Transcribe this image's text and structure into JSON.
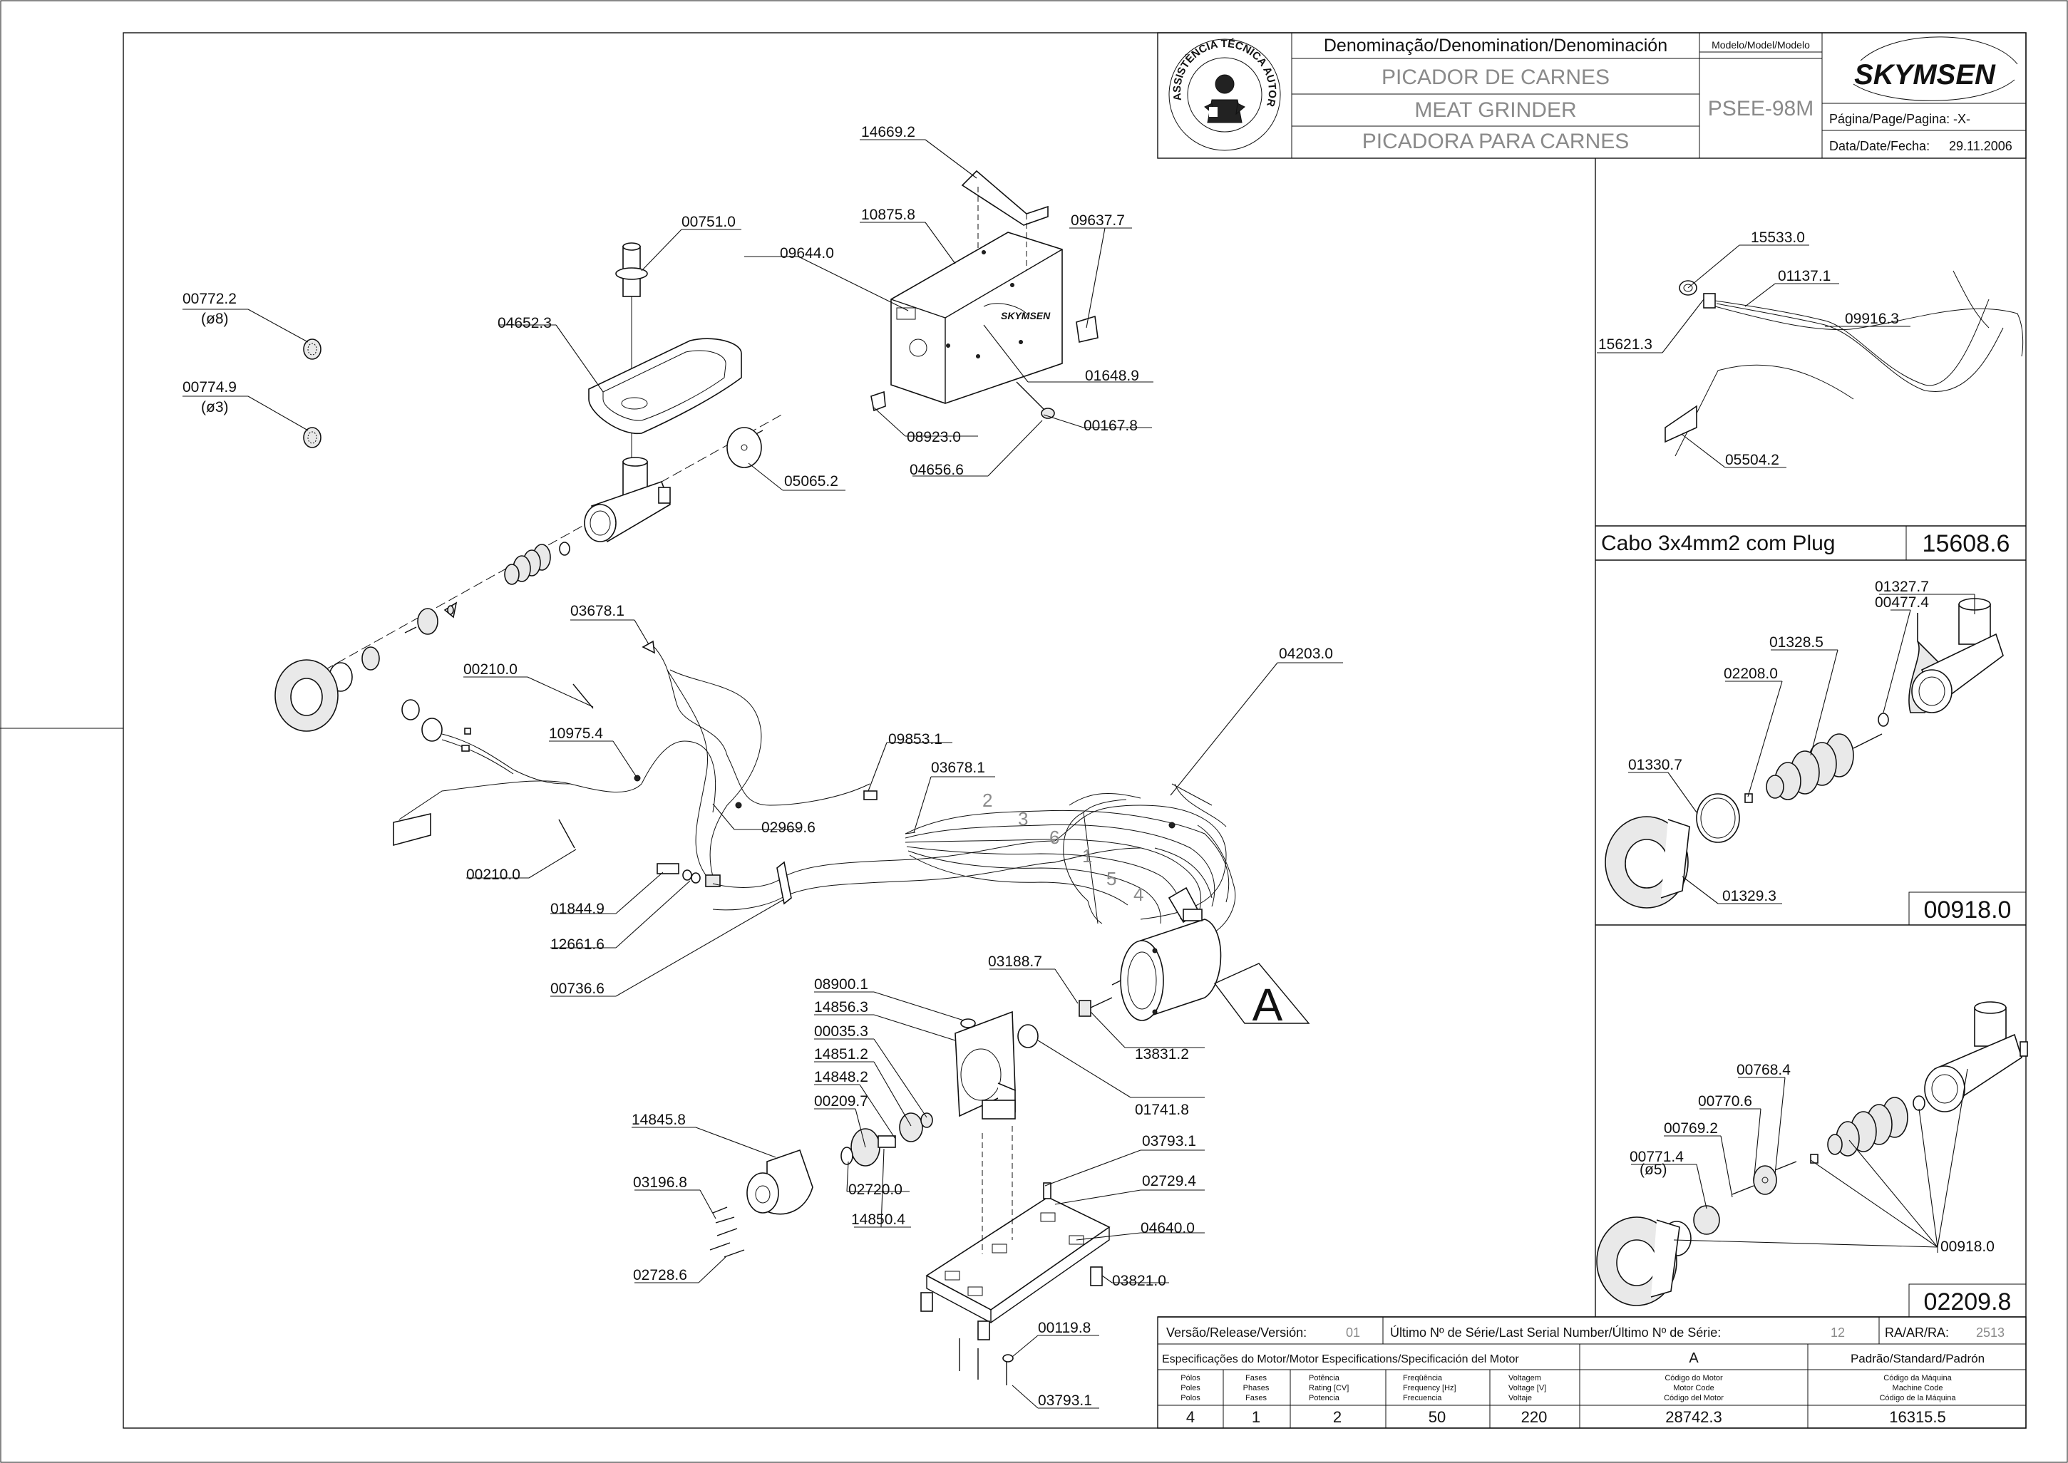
{
  "title_block": {
    "denomination_header": "Denominação/Denomination/Denominación",
    "name_pt": "PICADOR DE CARNES",
    "name_en": "MEAT GRINDER",
    "name_es": "PICADORA  PARA CARNES",
    "model_header": "Modelo/Model/Modelo",
    "model_value": "PSEE-98M",
    "brand": "SKYMSEN",
    "page_label": "Página/Page/Pagina:",
    "page_value": "-X-",
    "date_label": "Data/Date/Fecha:",
    "date_value": "29.11.2006",
    "seal_text": "ASSISTÊNCIA TÉCNICA AUTORIZADA"
  },
  "parts": {
    "p14669": "14669.2",
    "p10875": "10875.8",
    "p00751": "00751.0",
    "p09644": "09644.0",
    "p09637": "09637.7",
    "p00772": "00772.2",
    "p00772_d": "(ø8)",
    "p00774": "00774.9",
    "p00774_d": "(ø3)",
    "p04652": "04652.3",
    "p01648": "01648.9",
    "p08923": "08923.0",
    "p00167": "00167.8",
    "p04656": "04656.6",
    "p05065": "05065.2",
    "p03678a": "03678.1",
    "p04203": "04203.0",
    "p00210a": "00210.0",
    "p10975": "10975.4",
    "p09853": "09853.1",
    "p03678b": "03678.1",
    "p02969": "02969.6",
    "p00210b": "00210.0",
    "p01844": "01844.9",
    "p12661": "12661.6",
    "p00736": "00736.6",
    "p03188": "03188.7",
    "p08900": "08900.1",
    "p14856": "14856.3",
    "p00035": "00035.3",
    "p14851": "14851.2",
    "p14848": "14848.2",
    "p00209": "00209.7",
    "p14845": "14845.8",
    "p13831": "13831.2",
    "p01741": "01741.8",
    "p03793a": "03793.1",
    "p03196": "03196.8",
    "p02720": "02720.0",
    "p02729": "02729.4",
    "p14850": "14850.4",
    "p04640": "04640.0",
    "p02728": "02728.6",
    "p03821": "03821.0",
    "p00119": "00119.8",
    "p03793b": "03793.1"
  },
  "wire_numbers": [
    "2",
    "3",
    "6",
    "1",
    "5",
    "4"
  ],
  "detail_A": "A",
  "cable_panel": {
    "p15533": "15533.0",
    "p01137": "01137.1",
    "p15621": "15621.3",
    "p09916": "09916.3",
    "p05504": "05504.2",
    "caption": "Cabo 3x4mm2 com Plug",
    "code": "15608.6"
  },
  "kit1_panel": {
    "p01327": "01327.7",
    "p00477": "00477.4",
    "p01328": "01328.5",
    "p02208": "02208.0",
    "p01330": "01330.7",
    "p01329": "01329.3",
    "code": "00918.0"
  },
  "kit2_panel": {
    "p00768": "00768.4",
    "p00770": "00770.6",
    "p00769": "00769.2",
    "p00771": "00771.4",
    "p00771_d": "(ø5)",
    "p00918": "00918.0",
    "code": "02209.8"
  },
  "bottom_block": {
    "version_label": "Versão/Release/Versión:",
    "version_value": "01",
    "serial_label": "Último Nº de Série/Last Serial Number/Último Nº de Série:",
    "serial_value": "12",
    "ra_label": "RA/AR/RA:",
    "ra_value": "2513",
    "motor_spec_label": "Especificações do Motor/Motor Especifications/Specificación del Motor",
    "motor_letter": "A",
    "standard_label": "Padrão/Standard/Padrón",
    "headers": [
      [
        "Pólos",
        "Poles",
        "Polos"
      ],
      [
        "Fases",
        "Phases",
        "Fases"
      ],
      [
        "Potência",
        "Rating [CV]",
        "Potencia"
      ],
      [
        "Freqüência",
        "Frequency [Hz]",
        "Frecuencia"
      ],
      [
        "Voltagem",
        "Voltage [V]",
        "Voltaje"
      ],
      [
        "Código do Motor",
        "Motor Code",
        "Código del Motor"
      ],
      [
        "Código da Máquina",
        "Machine Code",
        "Código de la Máquina"
      ]
    ],
    "values": [
      "4",
      "1",
      "2",
      "50",
      "220",
      "28742.3",
      "16315.5"
    ]
  }
}
